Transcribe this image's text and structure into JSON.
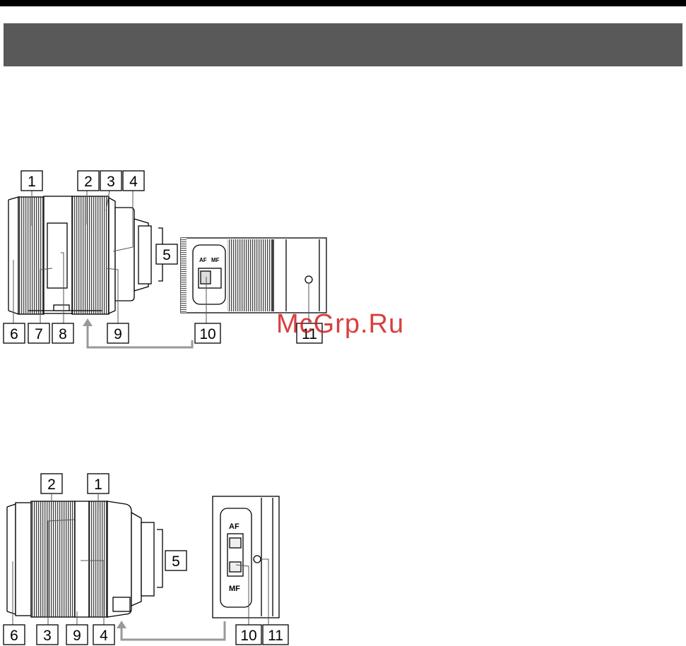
{
  "header": {
    "title": ""
  },
  "figure1": {
    "callouts": [
      "1",
      "2",
      "3",
      "4",
      "5",
      "6",
      "7",
      "8",
      "9",
      "10",
      "11"
    ],
    "switch_labels": {
      "af": "AF",
      "mf": "MF"
    }
  },
  "figure2": {
    "callouts": [
      "2",
      "1",
      "5",
      "6",
      "3",
      "9",
      "4",
      "10",
      "11"
    ],
    "switch_labels": {
      "af": "AF",
      "mf": "MF"
    }
  },
  "watermark": "McGrp.Ru",
  "colors": {
    "header_bg": "#595959",
    "topbar": "#000000",
    "leader": "#999999",
    "watermark": "#d01010"
  }
}
